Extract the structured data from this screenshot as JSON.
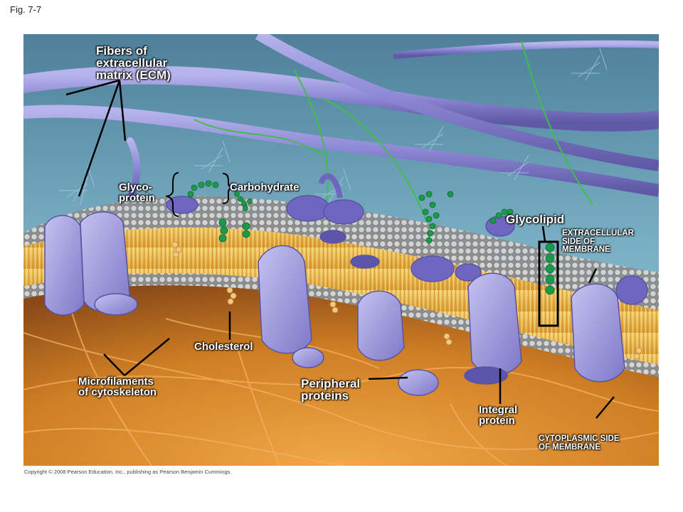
{
  "figure": {
    "label": "Fig. 7-7"
  },
  "labels": {
    "ecm": [
      "Fibers of",
      "extracellular",
      "matrix (ECM)"
    ],
    "glycoprotein": [
      "Glyco-",
      "protein"
    ],
    "carbohydrate": "Carbohydrate",
    "glycolipid": "Glycolipid",
    "extracellular_side": [
      "EXTRACELLULAR",
      "SIDE OF",
      "MEMBRANE"
    ],
    "cholesterol": "Cholesterol",
    "microfilaments": [
      "Microfilaments",
      "of cytoskeleton"
    ],
    "peripheral": [
      "Peripheral",
      "proteins"
    ],
    "integral": [
      "Integral",
      "protein"
    ],
    "cytoplasmic_side": [
      "CYTOPLASMIC SIDE",
      "OF MEMBRANE"
    ]
  },
  "copyright": "Copyright © 2008 Pearson Education, Inc., publishing as Pearson Benjamin Cummings.",
  "colors": {
    "ecm_background": "#6a9ab0",
    "cytoplasm": "#d98a2a",
    "lipid_tail": "#e8b84a",
    "lipid_head": "#c8c8c8",
    "protein": "#9a96d8",
    "carbohydrate": "#1a9a4a",
    "ecm_fiber": "#8a8ad0"
  }
}
